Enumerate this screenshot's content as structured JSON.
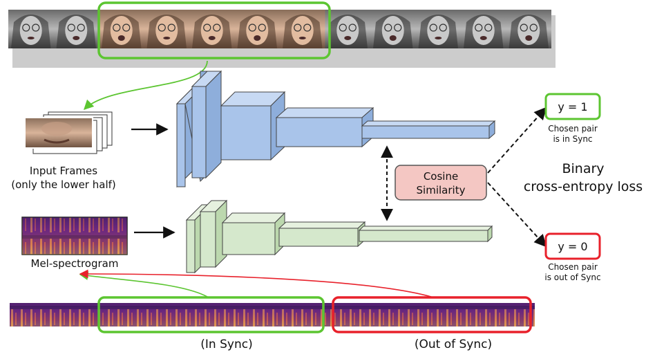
{
  "labels": {
    "input_frames_line1": "Input Frames",
    "input_frames_line2": "(only the lower half)",
    "mel_spectrogram": "Mel-spectrogram",
    "cosine_line1": "Cosine",
    "cosine_line2": "Similarity",
    "loss_line1": "Binary",
    "loss_line2": "cross-entropy loss",
    "y_pos": "y = 1",
    "y_neg": "y = 0",
    "pos_caption_line1": "Chosen pair",
    "pos_caption_line2": "is in Sync",
    "neg_caption_line1": "Chosen pair",
    "neg_caption_line2": "is out of Sync",
    "in_sync": "(In Sync)",
    "out_of_sync": "(Out of Sync)"
  },
  "colors": {
    "green": "#5cc531",
    "red": "#e8212b",
    "video_net": "#a9c4ea",
    "audio_net": "#d5e8cc",
    "cosine_fill": "#f4c7c3",
    "spectrogram": "#7a2d8c"
  }
}
